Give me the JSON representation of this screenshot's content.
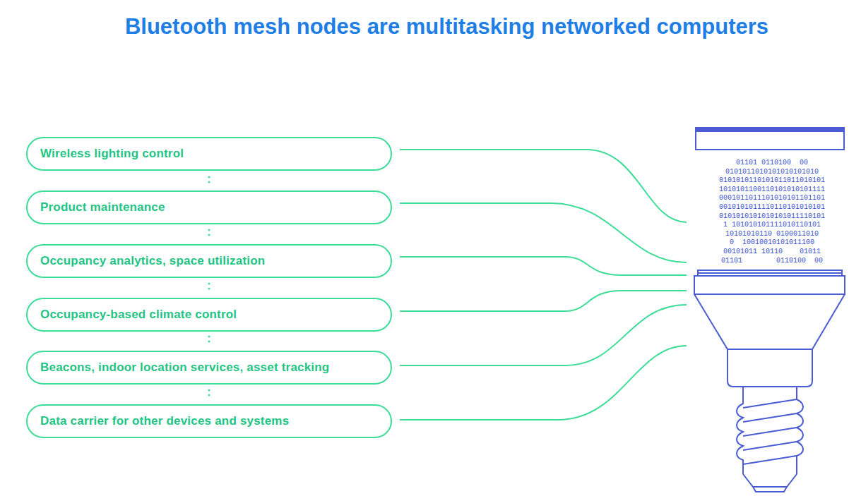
{
  "diagram": {
    "title": "Bluetooth mesh nodes are multitasking networked computers",
    "nodes": [
      {
        "text": [
          "Wireless lighting control"
        ]
      },
      {
        "text": [
          "Product maintenance"
        ]
      },
      {
        "text": [
          "Occupancy analytics, space utilization"
        ]
      },
      {
        "text": [
          "Occupancy-based climate control"
        ]
      },
      {
        "text": [
          "Beacons, indoor location services, asset tracking"
        ]
      },
      {
        "text": [
          "Data carrier for other devices and systems"
        ]
      }
    ],
    "labels": [
      "01101 0110100  00",
      "0101011010101010101010",
      "0101010110101011011010101",
      "1010101100110101010101111",
      "0001011011101010101101101",
      "0010101011110110101010101",
      "0101010101010101011110101",
      "1 101010101111010110101",
      "10101010110 0100011010",
      "0  10010010101011100",
      "00101011 10110    01011",
      "01101        0110100  00"
    ]
  }
}
